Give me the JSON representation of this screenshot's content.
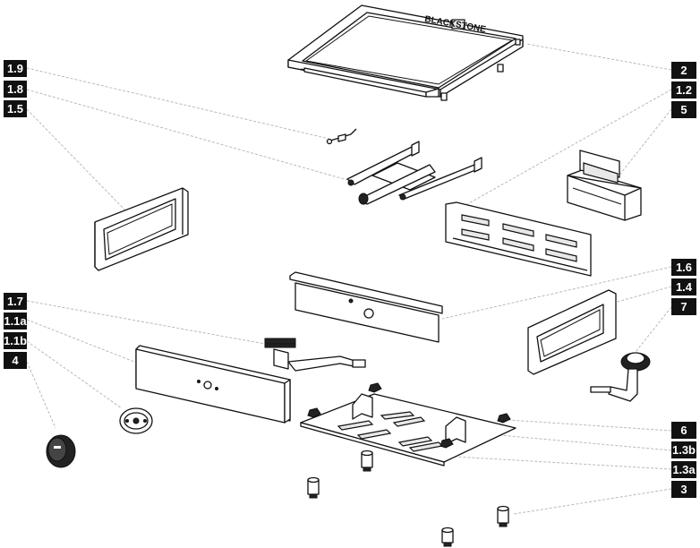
{
  "brand_logo": "BLACKSTONE",
  "callouts": {
    "c_1_9": "1.9",
    "c_1_8": "1.8",
    "c_1_5": "1.5",
    "c_1_7": "1.7",
    "c_1_1a": "1.1a",
    "c_1_1b": "1.1b",
    "c_4": "4",
    "c_2": "2",
    "c_1_2": "1.2",
    "c_5": "5",
    "c_1_6": "1.6",
    "c_1_4": "1.4",
    "c_7": "7",
    "c_6": "6",
    "c_1_3b": "1.3b",
    "c_1_3a": "1.3a",
    "c_3": "3"
  },
  "colors": {
    "callout_bg": "#111111",
    "callout_text": "#ffffff",
    "leader_line": "#b9b9b9",
    "part_stroke": "#111111"
  }
}
